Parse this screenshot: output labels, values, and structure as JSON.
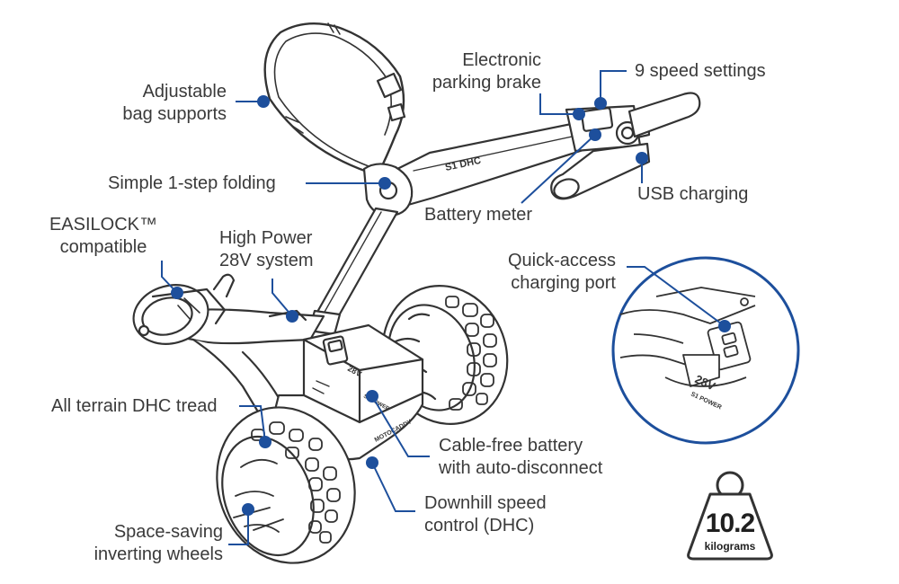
{
  "colors": {
    "accent": "#1d4f9c",
    "outline": "#333333",
    "text": "#3a3a3a"
  },
  "labels": {
    "adjustable_bag_supports": [
      "Adjustable",
      "bag supports"
    ],
    "simple_folding": "Simple 1-step folding",
    "easilock": [
      "EASILOCK™",
      "compatible"
    ],
    "high_power": [
      "High Power",
      "28V system"
    ],
    "electronic_parking_brake": [
      "Electronic",
      "parking brake"
    ],
    "speed_settings": "9 speed settings",
    "battery_meter": "Battery meter",
    "usb_charging": "USB charging",
    "quick_access_port": [
      "Quick-access",
      "charging port"
    ],
    "all_terrain": "All terrain DHC tread",
    "cable_free_battery": [
      "Cable-free battery",
      "with auto-disconnect"
    ],
    "downhill_control": [
      "Downhill speed",
      "control (DHC)"
    ],
    "inverting_wheels": [
      "Space-saving",
      "inverting wheels"
    ]
  },
  "weight": {
    "value": "10.2",
    "unit": "kilograms"
  },
  "product_marks": {
    "model": "S1 DHC",
    "voltage": "28V",
    "battery_text": "S1 POWER",
    "brand": "MOTOCADDY"
  },
  "icons": [
    "callout-dot-icon",
    "weight-icon"
  ]
}
